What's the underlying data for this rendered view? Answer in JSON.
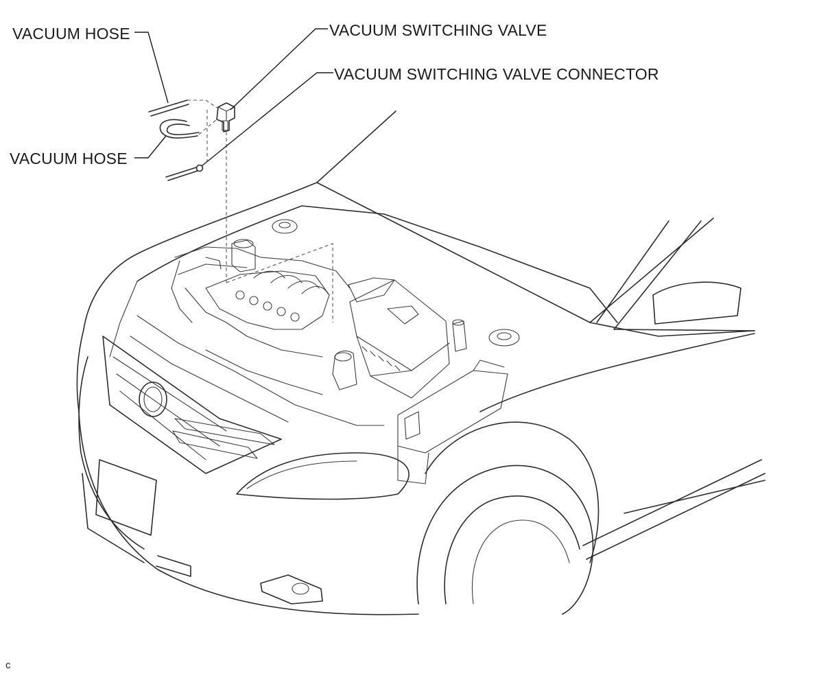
{
  "labels": {
    "vacuum_hose_top": "VACUUM HOSE",
    "vacuum_hose_bottom": "VACUUM HOSE",
    "vacuum_switching_valve": "VACUUM SWITCHING VALVE",
    "vacuum_switching_valve_connector": "VACUUM SWITCHING VALVE CONNECTOR"
  },
  "corner_mark": "c"
}
